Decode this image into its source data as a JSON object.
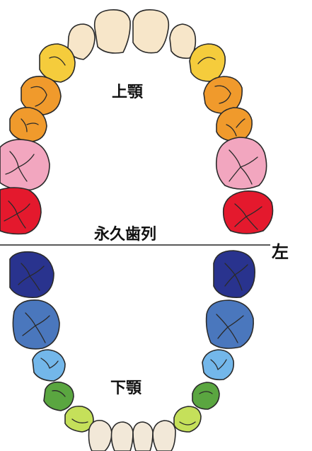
{
  "labels": {
    "upper_jaw": "上顎",
    "lower_jaw": "下顎",
    "title": "永久歯列",
    "side": "左"
  },
  "colors": {
    "incisor": "#f7e6c9",
    "lateral_incisor_lower": "#f2e8d8",
    "canine_upper": "#f5cc3c",
    "premolar_upper": "#f09a2c",
    "molar1_upper": "#f2a6bf",
    "molar2_upper": "#e4192d",
    "canine_lower": "#c5e05a",
    "premolar1_lower": "#5aa640",
    "premolar2_lower": "#73b7ea",
    "molar1_lower": "#4a77bd",
    "molar2_lower": "#29338e",
    "midline": "#222222"
  }
}
